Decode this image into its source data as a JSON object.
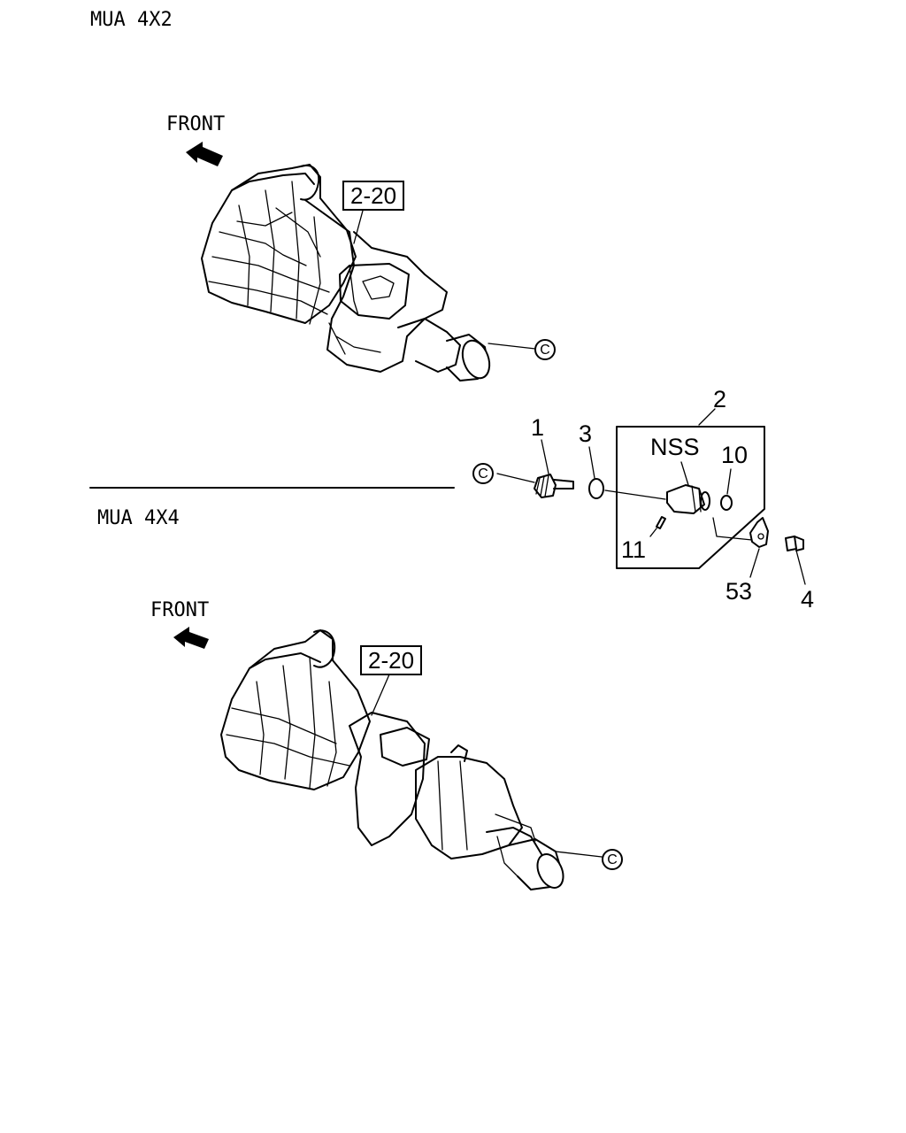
{
  "sections": {
    "top_title": "MUA 4X2",
    "bottom_title": "MUA 4X4"
  },
  "front_labels": {
    "top": "FRONT",
    "bottom": "FRONT"
  },
  "callouts": {
    "top": "2-20",
    "bottom": "2-20"
  },
  "reference_marker": "C",
  "parts": {
    "p1": "1",
    "p2": "2",
    "p3": "3",
    "p4": "4",
    "p10": "10",
    "p11": "11",
    "p53": "53",
    "nss": "NSS"
  },
  "icons": {
    "front_arrow": "front-arrow-icon",
    "transmission": "transmission-drawing",
    "ref_circle": "circle-c-reference-icon"
  }
}
